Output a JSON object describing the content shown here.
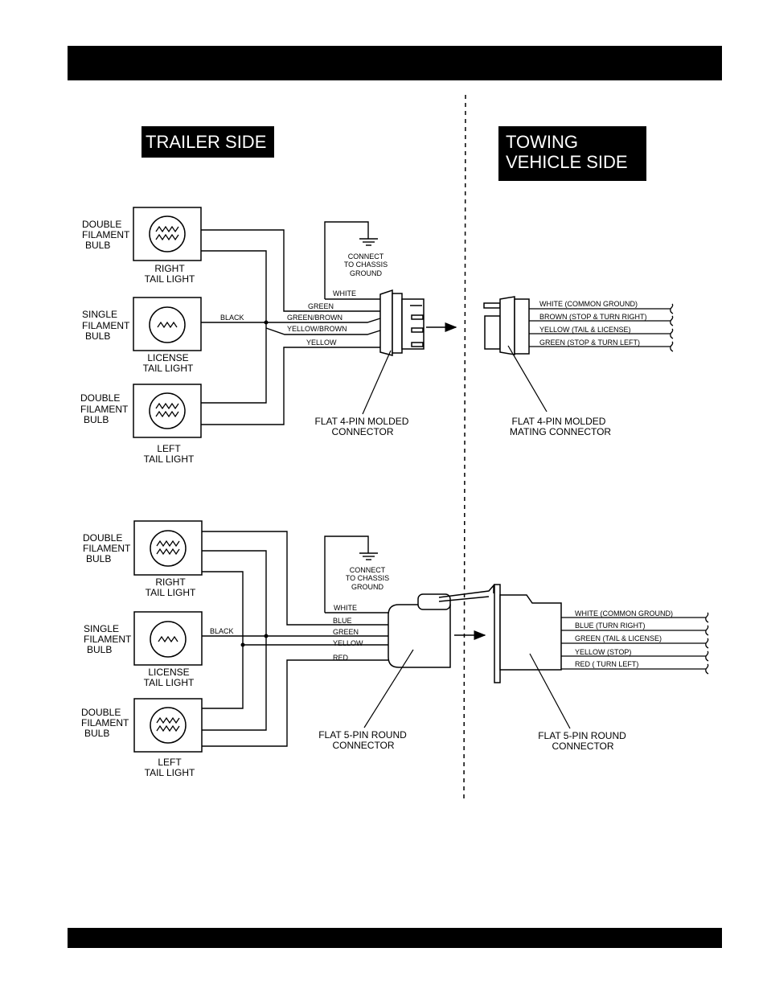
{
  "header_bar": "",
  "footer_bar": "",
  "sides": {
    "trailer": "TRAILER SIDE",
    "towing": [
      "TOWING",
      "VEHICLE SIDE"
    ]
  },
  "lights": {
    "double_filament": [
      "DOUBLE",
      "FILAMENT",
      "BULB"
    ],
    "single_filament": [
      "SINGLE",
      "FILAMENT",
      "BULB"
    ],
    "right_tail": [
      "RIGHT",
      "TAIL LIGHT"
    ],
    "license_tail": [
      "LICENSE",
      "TAIL LIGHT"
    ],
    "left_tail": [
      "LEFT",
      "TAIL LIGHT"
    ]
  },
  "ground": [
    "CONNECT",
    "TO CHASSIS",
    "GROUND"
  ],
  "four_pin": {
    "trailer_wires": [
      "WHITE",
      "GREEN",
      "GREEN/BROWN",
      "YELLOW/BROWN",
      "YELLOW"
    ],
    "black_wire": "BLACK",
    "vehicle_wires": [
      "WHITE (COMMON GROUND)",
      "BROWN (STOP & TURN RIGHT)",
      "YELLOW (TAIL & LICENSE)",
      "GREEN (STOP & TURN LEFT)"
    ],
    "trailer_connector": [
      "FLAT 4-PIN MOLDED",
      "CONNECTOR"
    ],
    "vehicle_connector": [
      "FLAT 4-PIN MOLDED",
      "MATING CONNECTOR"
    ]
  },
  "five_pin": {
    "trailer_wires": [
      "WHITE",
      "BLUE",
      "GREEN",
      "YELLOW",
      "RED"
    ],
    "black_wire": "BLACK",
    "vehicle_wires": [
      "WHITE (COMMON GROUND)",
      "BLUE (TURN RIGHT)",
      "GREEN (TAIL & LICENSE)",
      "YELLOW (STOP)",
      "RED ( TURN LEFT)"
    ],
    "trailer_connector": [
      "FLAT 5-PIN ROUND",
      "CONNECTOR"
    ],
    "vehicle_connector": [
      "FLAT 5-PIN ROUND",
      "CONNECTOR"
    ]
  }
}
